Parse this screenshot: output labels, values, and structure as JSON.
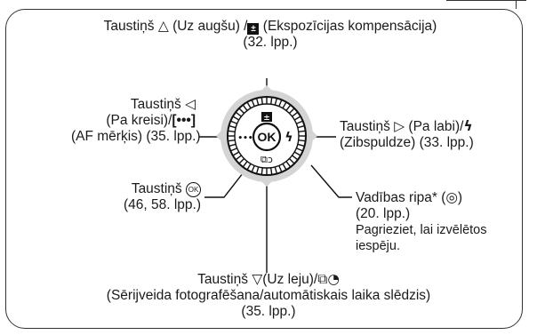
{
  "up": {
    "label": "Taustiņš",
    "arrow": "△",
    "dir": "(Uz augšu) /",
    "desc": "(Ekspozīcijas kompensācija)",
    "page": "(32. lpp.)"
  },
  "left": {
    "label": "Taustiņš",
    "arrow": "◁",
    "dir": "(Pa kreisi)/",
    "af_symbol": "[•••]",
    "desc": "(AF mērķis) (35. lpp.)"
  },
  "right": {
    "label": "Taustiņš",
    "arrow": "▷",
    "dir": "(Pa labi)/",
    "flash_symbol": "ϟ",
    "desc": "(Zibspuldze) (33. lpp.)"
  },
  "ok": {
    "label": "Taustiņš",
    "symbol": "OK",
    "page": "(46, 58. lpp.)"
  },
  "dial": {
    "label": "Vadības ripa* (",
    "label_end": ")",
    "page": "(20. lpp.)",
    "note1": "Pagrieziet, lai izvēlētos",
    "note2": "iespēju."
  },
  "down": {
    "label": "Taustiņš",
    "arrow": "▽",
    "dir": "(Uz leju)/",
    "desc": "(Sērijveida fotografēšana/automātiskais laika slēdzis)",
    "page": "(35. lpp.)"
  },
  "control": {
    "center_text": "OK",
    "up_icon": "±",
    "right_icon": "ϟ",
    "left_icon": "•••",
    "down_icon": "⧉ↄ"
  }
}
